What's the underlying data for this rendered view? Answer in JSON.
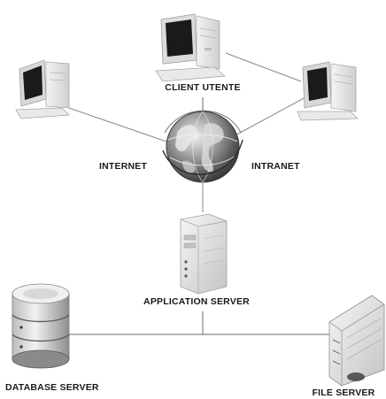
{
  "labels": {
    "client": "CLIENT UTENTE",
    "internet": "INTERNET",
    "intranet": "INTRANET",
    "app_server": "APPLICATION SERVER",
    "db_server": "DATABASE SERVER",
    "file_server": "FILE SERVER"
  },
  "nodes": [
    {
      "id": "client-top",
      "icon": "desktop-computer-icon"
    },
    {
      "id": "client-left",
      "icon": "desktop-computer-icon"
    },
    {
      "id": "client-right",
      "icon": "desktop-computer-icon"
    },
    {
      "id": "globe",
      "icon": "globe-icon"
    },
    {
      "id": "app-server",
      "icon": "tower-server-icon"
    },
    {
      "id": "db-server",
      "icon": "database-icon"
    },
    {
      "id": "file-server",
      "icon": "file-server-icon"
    }
  ],
  "colors": {
    "screen": "#1a1a1a",
    "case": "#e6e6e6",
    "case_shadow": "#bdbdbd",
    "globe_dark": "#4a4a4a",
    "globe_light": "#d8d8d8",
    "line": "#8a8a8a"
  }
}
